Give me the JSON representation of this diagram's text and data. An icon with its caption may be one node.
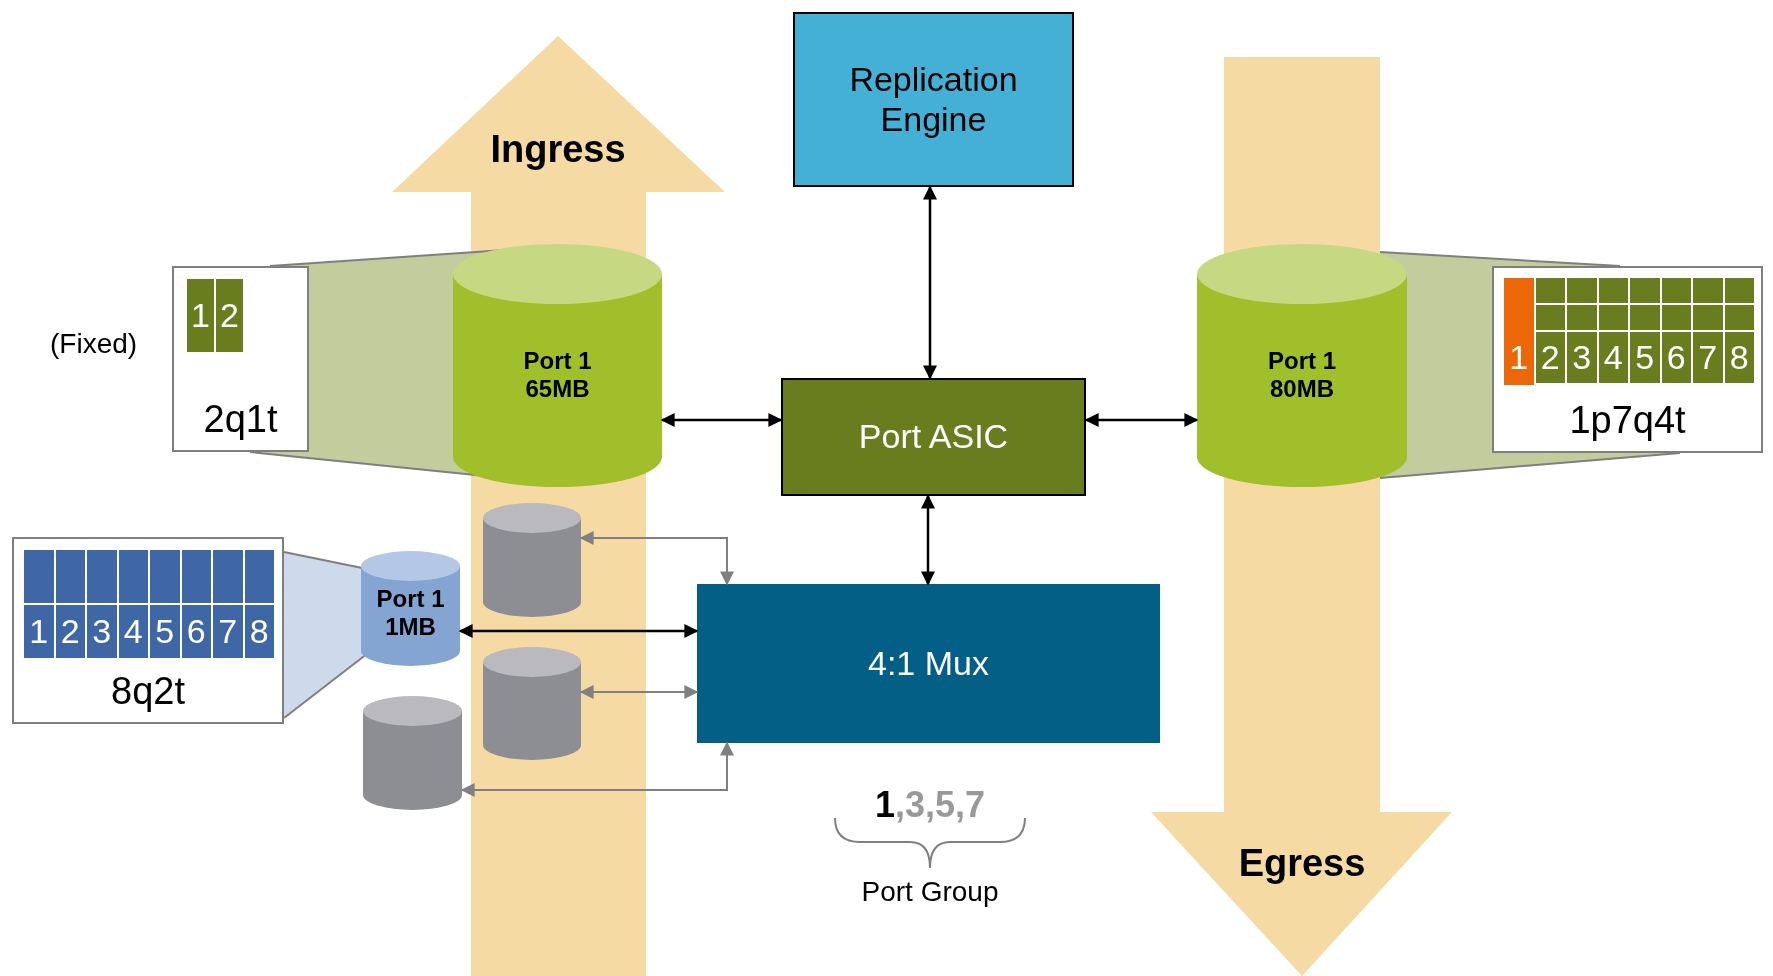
{
  "diagram": {
    "nodes": [
      {
        "text": [
          "Replication Engine"
        ]
      },
      {
        "text": [
          "Port ASIC"
        ]
      },
      {
        "text": [
          "4:1 Mux"
        ]
      },
      {
        "text": [
          "Port 1 65MB"
        ]
      },
      {
        "text": [
          "Port 1 80MB"
        ]
      },
      {
        "text": [
          "Port 1 1MB"
        ]
      },
      {
        "text": [],
        "shape": "cylinder"
      },
      {
        "text": [],
        "shape": "cylinder"
      },
      {
        "text": [],
        "shape": "cylinder"
      },
      {
        "text": [
          "1",
          "2",
          "2q1t"
        ],
        "beside": [
          "(Fixed)"
        ]
      },
      {
        "text": [
          "1",
          "2",
          "3",
          "4",
          "5",
          "6",
          "7",
          "8",
          "1p7q4t"
        ]
      },
      {
        "text": [
          "1",
          "2",
          "3",
          "4",
          "5",
          "6",
          "7",
          "8",
          "8q2t"
        ]
      }
    ],
    "edges": [
      {
        "from": 0,
        "to": 1,
        "arrow": "both"
      },
      {
        "from": 3,
        "to": 1,
        "arrow": "both"
      },
      {
        "from": 1,
        "to": 4,
        "arrow": "both"
      },
      {
        "from": 1,
        "to": 2,
        "arrow": "both"
      },
      {
        "from": 5,
        "to": 2,
        "arrow": "both"
      },
      {
        "from": 6,
        "to": 2,
        "arrow": "both",
        "color": "#808080"
      },
      {
        "from": 7,
        "to": 2,
        "arrow": "both",
        "color": "#808080"
      },
      {
        "from": 8,
        "to": 2,
        "arrow": "both",
        "color": "#808080"
      }
    ],
    "labels": [
      "Ingress",
      "Egress",
      "1,3,5,7",
      "Port Group"
    ]
  }
}
